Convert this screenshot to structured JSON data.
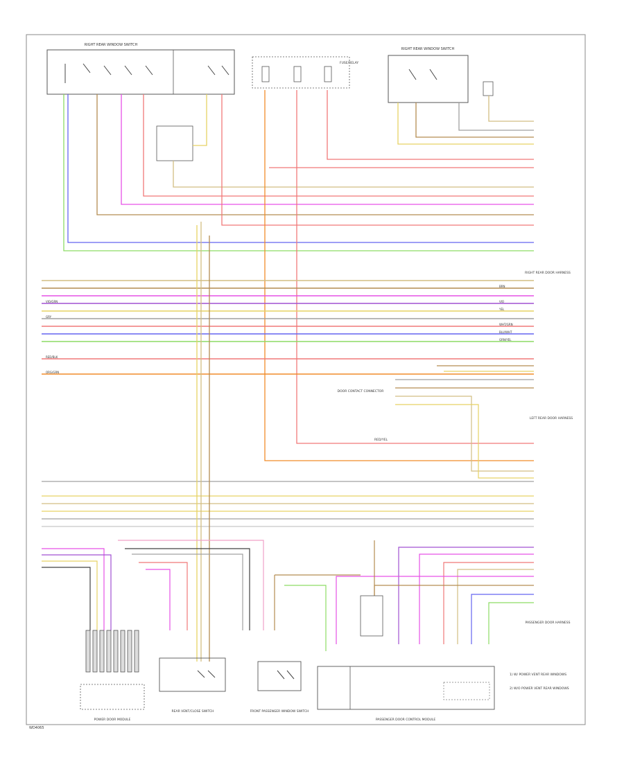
{
  "components": {
    "driver_switch_top": "RIGHT REAR WINDOW SWITCH",
    "fuse_box": "FUSE/RELAY",
    "rear_switch_right": "RIGHT REAR WINDOW SWITCH",
    "right_rear_connector": "RIGHT REAR DOOR HARNESS",
    "left_rear_connector": "LEFT REAR DOOR HARNESS",
    "door_contact_label": "DOOR CONTACT CONNECTOR",
    "passenger_connector": "PASSENGER DOOR HARNESS",
    "power_door_module": "POWER DOOR MODULE",
    "rear_vent_left": "REAR VENT/CLOSE SWITCH",
    "front_passenger_switch": "FRONT PASSENGER WINDOW SWITCH",
    "passenger_door_control": "PASSENGER DOOR CONTROL MODULE"
  },
  "notes": {
    "note1": "1) W/ POWER VENT REAR WINDOWS",
    "note2": "2) W/O POWER VENT REAR WINDOWS"
  },
  "footer": {
    "ref": "WD4065"
  },
  "wire_labels": {
    "red_yel": "RED/YEL",
    "wht_grn": "WHT/GRN",
    "blu_wht": "BLU/WHT",
    "grn_yel": "GRN/YEL",
    "brn": "BRN",
    "vio": "VIO",
    "yel": "YEL",
    "org_grn": "ORG/GRN",
    "red_blk": "RED/BLK",
    "gry": "GRY",
    "vio_grn": "VIO/GRN"
  },
  "colors": {
    "orange": "#f08c28",
    "yellow": "#e6d264",
    "brown": "#b48c50",
    "red": "#f07878",
    "magenta": "#e650e6",
    "violet": "#a050d2",
    "blue": "#6464f0",
    "green": "#8cdc64",
    "gray": "#a0a0a0",
    "black": "#404040",
    "tan": "#d2be82",
    "pink": "#f0a0c8"
  }
}
